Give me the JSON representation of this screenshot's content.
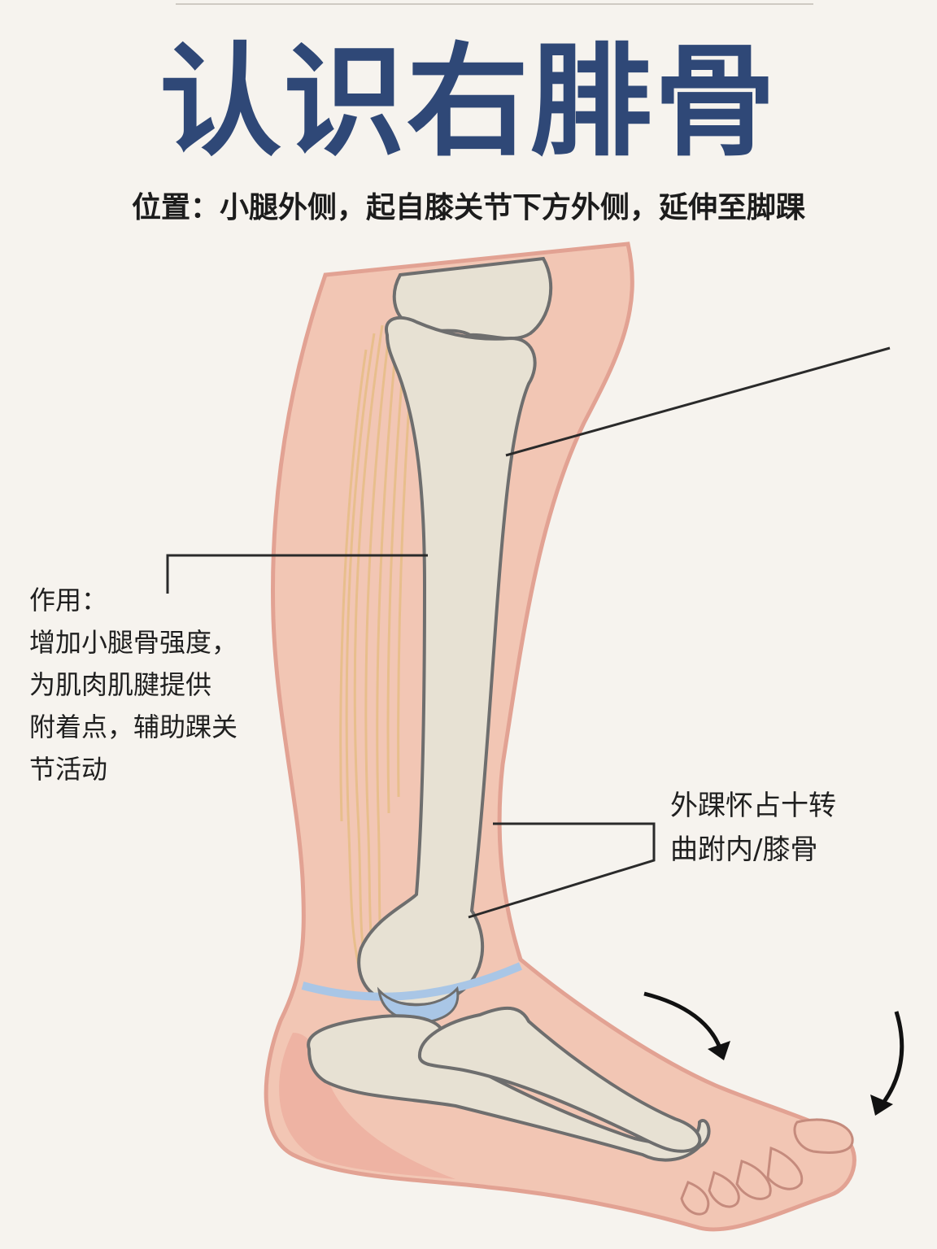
{
  "title": "认识右腓骨",
  "subtitle": "位置：小腿外侧，起自膝关节下方外侧，延伸至脚踝",
  "function": {
    "heading": "作用：",
    "lines": [
      "增加小腿骨强度，",
      "为肌肉肌腱提供",
      "附着点，辅助踝关",
      "节活动"
    ]
  },
  "annotation_right": {
    "lines": [
      "外踝怀占十转",
      "曲跗内/膝骨"
    ]
  },
  "colors": {
    "title": "#2f4877",
    "skin": "#f2c6b4",
    "bone": "#e7e1d3",
    "tendon": "#e8be8c",
    "ligament": "#a9c6e6",
    "background": "#f6f3ee"
  }
}
